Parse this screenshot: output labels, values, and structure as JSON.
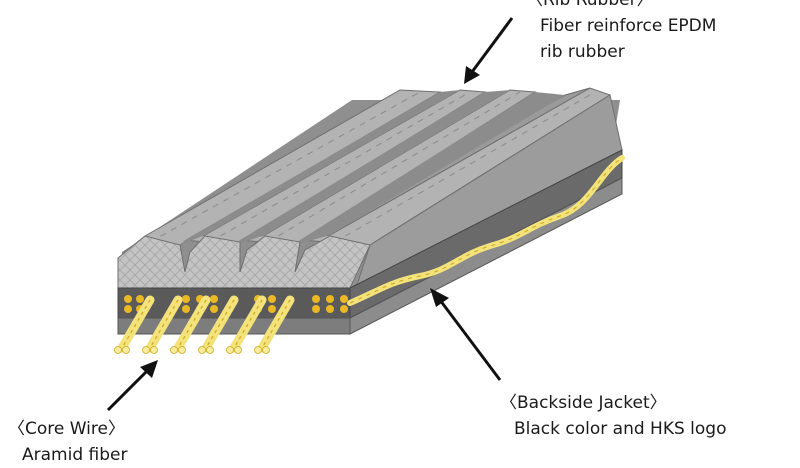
{
  "labels": {
    "rib": {
      "title": "〈Rib Rubber〉",
      "line1": "Fiber reinforce EPDM",
      "line2": "rib rubber"
    },
    "backside": {
      "title": "〈Backside Jacket〉",
      "line1": "Black color and HKS logo"
    },
    "core": {
      "title": "〈Core Wire〉",
      "line1": "Aramid fiber"
    }
  },
  "colors": {
    "rib_top": "#a9a9a9",
    "rib_front": "#c4c4c4",
    "band": "#5a5a5a",
    "jacket": "#7d7d7d",
    "cord": "#f4e27a",
    "cord_dot": "#e9b824"
  }
}
